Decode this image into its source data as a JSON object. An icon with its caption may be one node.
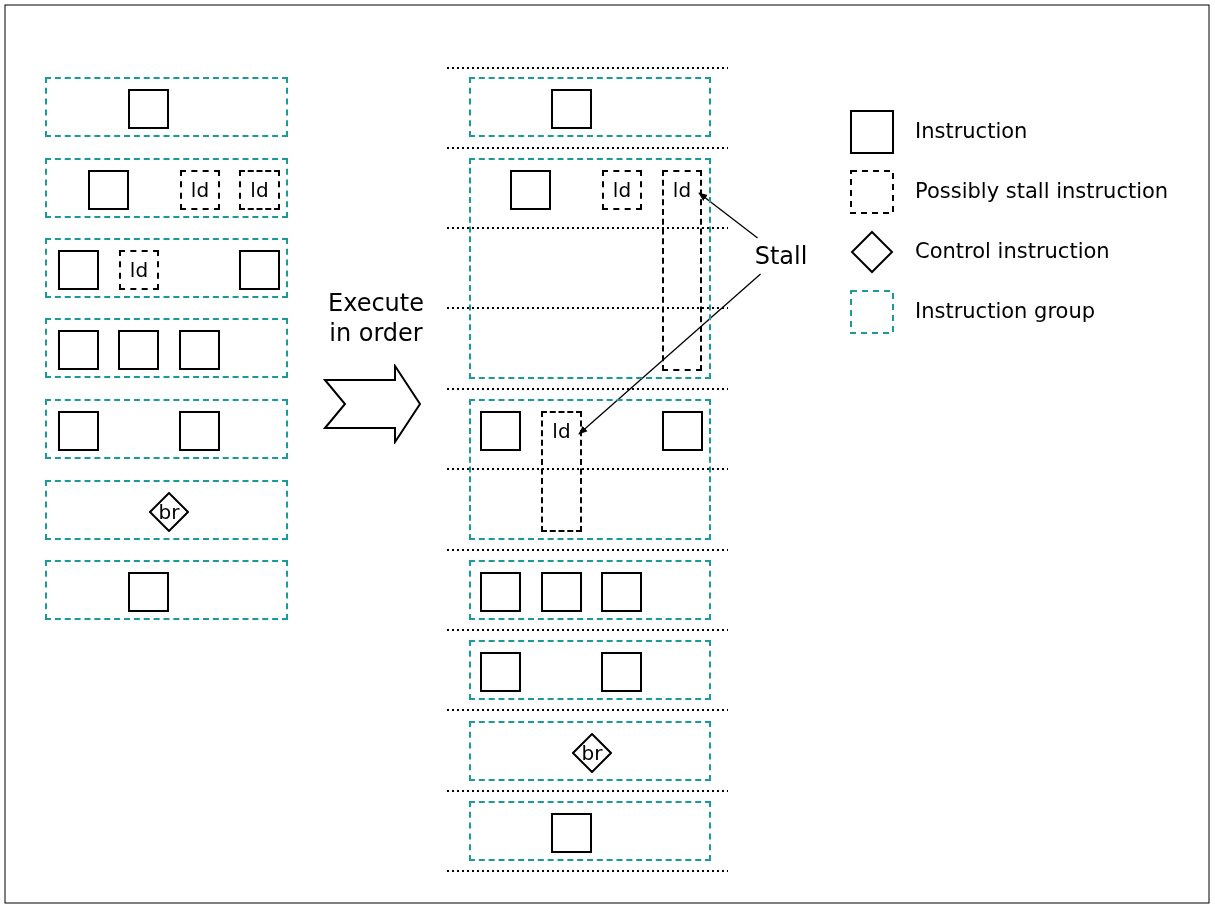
{
  "diagram": {
    "nodes": [
      {
        "text": [],
        "shape": "box"
      },
      {
        "text": [],
        "shape": "box",
        "in": 0
      },
      {
        "text": [],
        "shape": "box"
      },
      {
        "text": [],
        "shape": "box",
        "in": 2
      },
      {
        "text": [
          "ld"
        ],
        "in": 2
      },
      {
        "text": [
          "ld"
        ],
        "in": 2
      },
      {
        "text": [],
        "shape": "box"
      },
      {
        "text": [],
        "shape": "box",
        "in": 6
      },
      {
        "text": [
          "ld"
        ],
        "in": 6
      },
      {
        "text": [],
        "shape": "box",
        "in": 6
      },
      {
        "text": [],
        "shape": "box"
      },
      {
        "text": [],
        "shape": "box",
        "in": 10
      },
      {
        "text": [],
        "shape": "box",
        "in": 10
      },
      {
        "text": [],
        "shape": "box",
        "in": 10
      },
      {
        "text": [],
        "shape": "box"
      },
      {
        "text": [],
        "shape": "box",
        "in": 14
      },
      {
        "text": [],
        "shape": "box",
        "in": 14
      },
      {
        "text": [],
        "shape": "box"
      },
      {
        "text": [
          "br"
        ],
        "in": 17
      },
      {
        "text": [],
        "shape": "box"
      },
      {
        "text": [],
        "shape": "box",
        "in": 19
      },
      {
        "text": [],
        "shape": "box"
      },
      {
        "text": [],
        "shape": "box",
        "in": 21
      },
      {
        "text": [],
        "shape": "box"
      },
      {
        "text": [],
        "shape": "box",
        "in": 23
      },
      {
        "text": [
          "ld"
        ],
        "in": 23
      },
      {
        "text": [
          "ld"
        ],
        "in": 23
      },
      {
        "text": [],
        "shape": "box"
      },
      {
        "text": [],
        "shape": "box",
        "in": 27
      },
      {
        "text": [
          "ld"
        ],
        "in": 27
      },
      {
        "text": [],
        "shape": "box",
        "in": 27
      },
      {
        "text": [],
        "shape": "box"
      },
      {
        "text": [],
        "shape": "box",
        "in": 31
      },
      {
        "text": [],
        "shape": "box",
        "in": 31
      },
      {
        "text": [],
        "shape": "box",
        "in": 31
      },
      {
        "text": [],
        "shape": "box"
      },
      {
        "text": [],
        "shape": "box",
        "in": 35
      },
      {
        "text": [],
        "shape": "box",
        "in": 35
      },
      {
        "text": [],
        "shape": "box"
      },
      {
        "text": [
          "br"
        ],
        "in": 38
      },
      {
        "text": [],
        "shape": "box"
      },
      {
        "text": [],
        "shape": "box",
        "in": 40
      },
      {
        "text": [
          "Stall"
        ]
      }
    ],
    "edges": [
      {
        "from": 42,
        "to": 26,
        "arrow": "to"
      },
      {
        "from": 42,
        "to": 29,
        "arrow": "to"
      }
    ],
    "labels": [
      "Execute in order"
    ],
    "legend": [
      {
        "text": "Instruction"
      },
      {
        "text": "Possibly stall instruction"
      },
      {
        "text": "Control instruction"
      },
      {
        "text": "Instruction group"
      }
    ]
  }
}
